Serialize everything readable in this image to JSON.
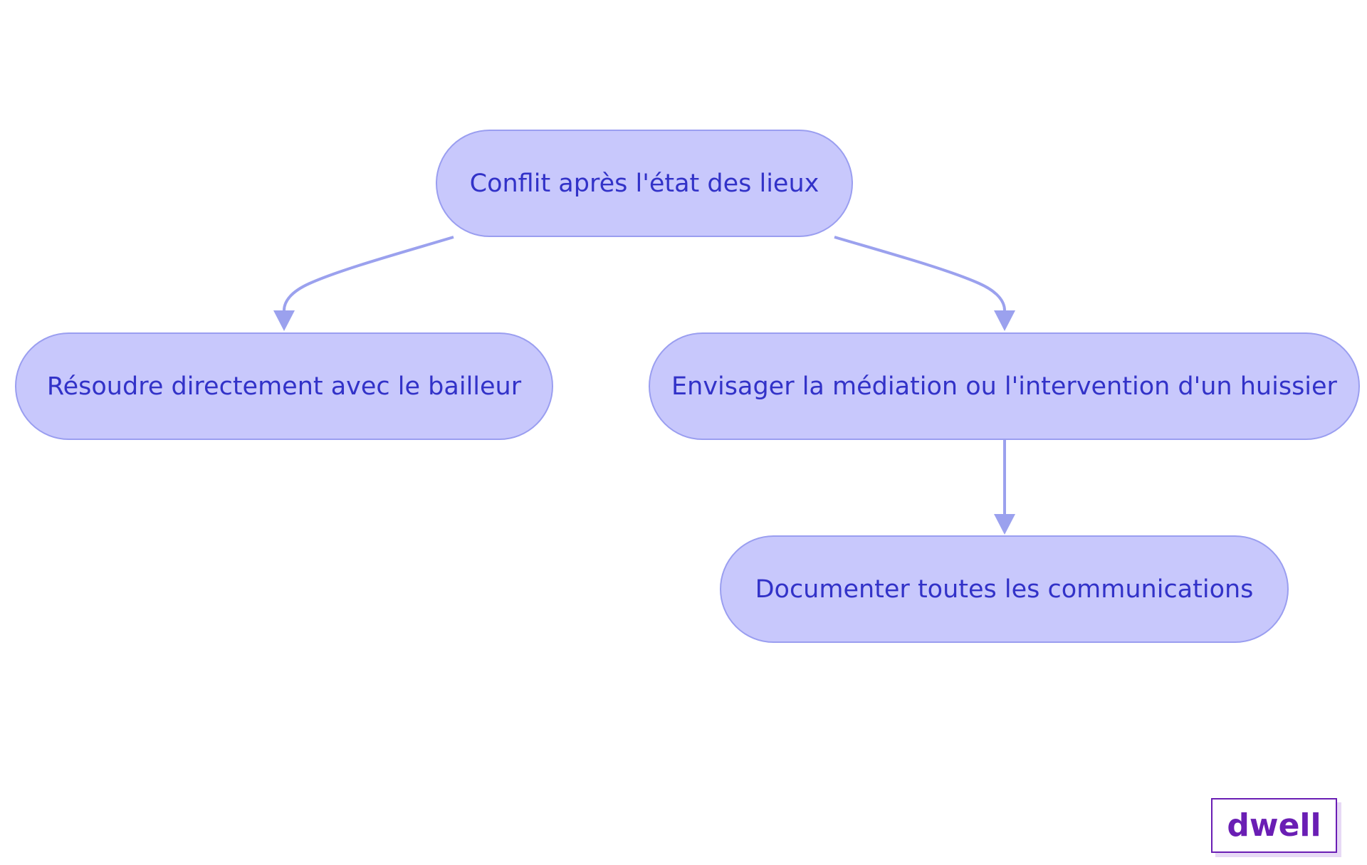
{
  "colors": {
    "node_fill": "#c8c8fc",
    "node_border": "#9a9ef0",
    "node_text": "#3232c8",
    "edge": "#9ba1ee",
    "logo_text": "#6a1eb4",
    "logo_border": "#6a1eb4"
  },
  "nodes": {
    "root": {
      "label": "Conflit après l'état des lieux"
    },
    "left": {
      "label": "Résoudre directement avec le bailleur"
    },
    "right": {
      "label": "Envisager la médiation ou l'intervention d'un huissier"
    },
    "bottom": {
      "label": "Documenter toutes les communications"
    }
  },
  "edges": [
    {
      "from": "root",
      "to": "left"
    },
    {
      "from": "root",
      "to": "right"
    },
    {
      "from": "right",
      "to": "bottom"
    }
  ],
  "logo": {
    "text": "dwell"
  }
}
